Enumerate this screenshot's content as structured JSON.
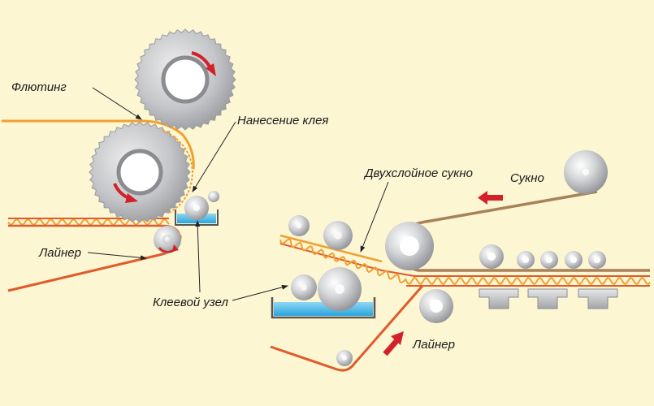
{
  "labels": {
    "fluting": "Флютинг",
    "glue_application": "Нанесение клея",
    "liner_left": "Лайнер",
    "glue_unit": "Клеевой узел",
    "double_felt": "Двухслойное сукно",
    "felt": "Сукно",
    "liner_right": "Лайнер"
  },
  "colors": {
    "background": "#fcf6d3",
    "fluting_paper": "#f0a030",
    "liner_paper": "#e05a2a",
    "felt_belt": "#a98158",
    "glue": "#4fb9e6",
    "arrow": "#d4202a",
    "leader_line": "#222222"
  }
}
